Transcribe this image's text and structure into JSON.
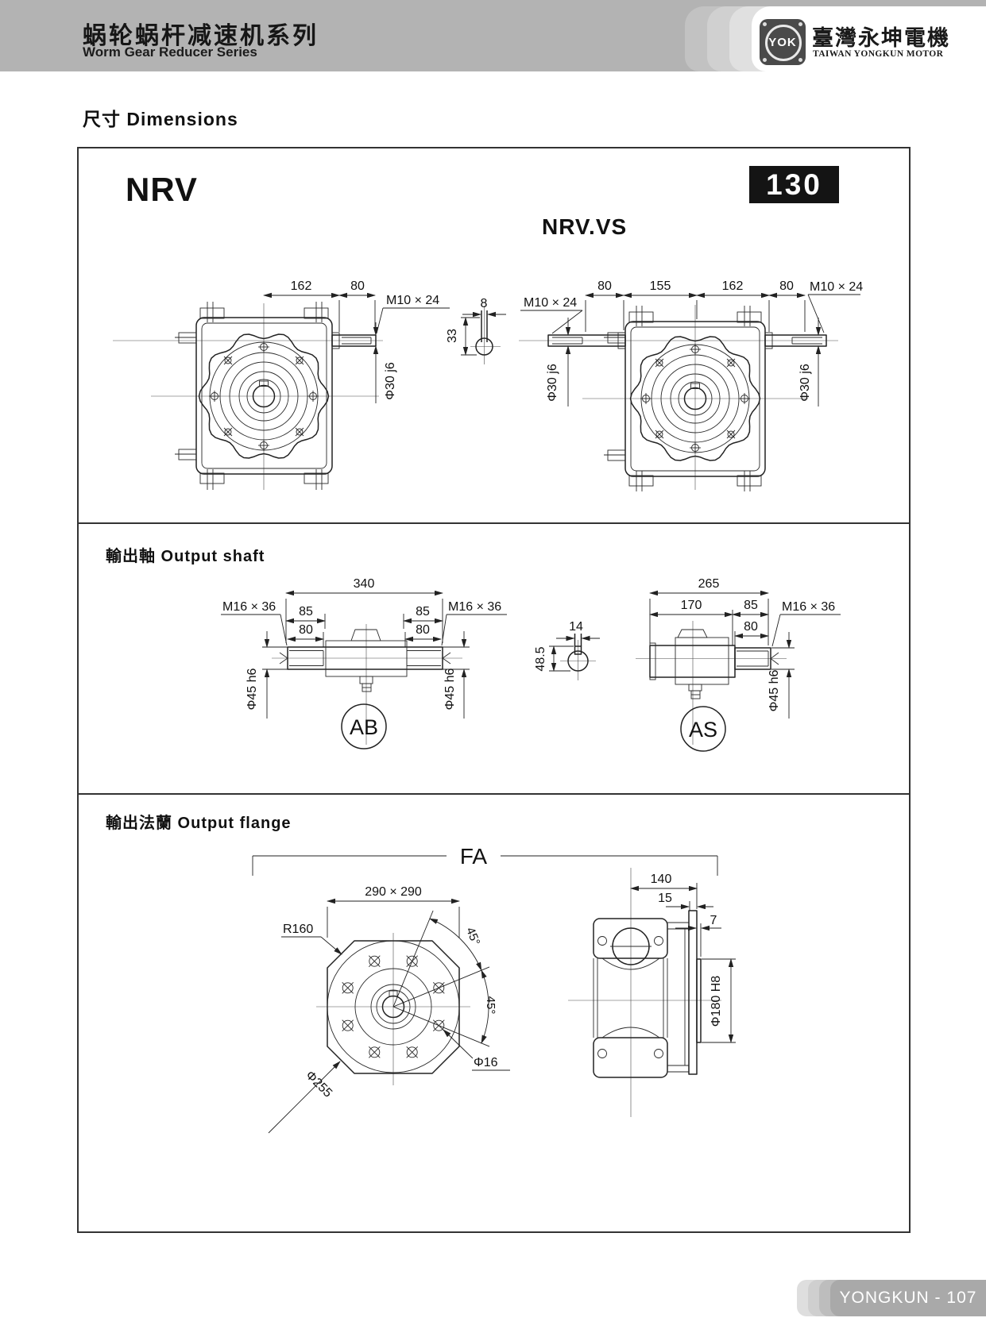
{
  "header": {
    "series_title_zh": "蜗轮蜗杆减速机系列",
    "series_title_en": "Worm Gear Reducer Series",
    "logo_monogram": "YOK",
    "company_zh": "臺灣永坤電機",
    "company_en": "TAIWAN YONGKUN MOTOR"
  },
  "page_heading": "尺寸 Dimensions",
  "model_number": "130",
  "variants": {
    "nrv": "NRV",
    "nrv_vs": "NRV.VS"
  },
  "nrv_view": {
    "dim_162": "162",
    "dim_80": "80",
    "thread": "M10 × 24",
    "shaft_dia": "Φ30 j6"
  },
  "input_key_section": {
    "width": "8",
    "height": "33"
  },
  "nrv_vs_view": {
    "thread_left": "M10 × 24",
    "dim_80_left": "80",
    "dim_155": "155",
    "dim_162": "162",
    "dim_80_right": "80",
    "thread_right": "M10 × 24",
    "shaft_dia_left": "Φ30 j6",
    "shaft_dia_right": "Φ30 j6"
  },
  "output_shaft": {
    "heading": "輸出軸 Output shaft",
    "ab": {
      "label": "AB",
      "dim_340": "340",
      "dim_85_left": "85",
      "dim_85_right": "85",
      "dim_80_left": "80",
      "dim_80_right": "80",
      "thread_left": "M16 × 36",
      "thread_right": "M16 × 36",
      "dia_left": "Φ45 h6",
      "dia_right": "Φ45 h6"
    },
    "key_section": {
      "width": "14",
      "height": "48.5"
    },
    "as": {
      "label": "AS",
      "dim_265": "265",
      "dim_170": "170",
      "dim_85": "85",
      "dim_80": "80",
      "thread": "M16 × 36",
      "dia": "Φ45 h6"
    }
  },
  "output_flange": {
    "heading": "輸出法蘭  Output flange",
    "fa_label": "FA",
    "front": {
      "square": "290 × 290",
      "corner_radius": "R160",
      "angle_1": "45°",
      "angle_2": "45°",
      "dia_outer": "Φ255",
      "dia_hole": "Φ16"
    },
    "side": {
      "dim_140": "140",
      "dim_15": "15",
      "dim_7": "7",
      "dia_bore": "Φ180 H8"
    }
  },
  "footer": {
    "page_ref": "YONGKUN - 107"
  }
}
